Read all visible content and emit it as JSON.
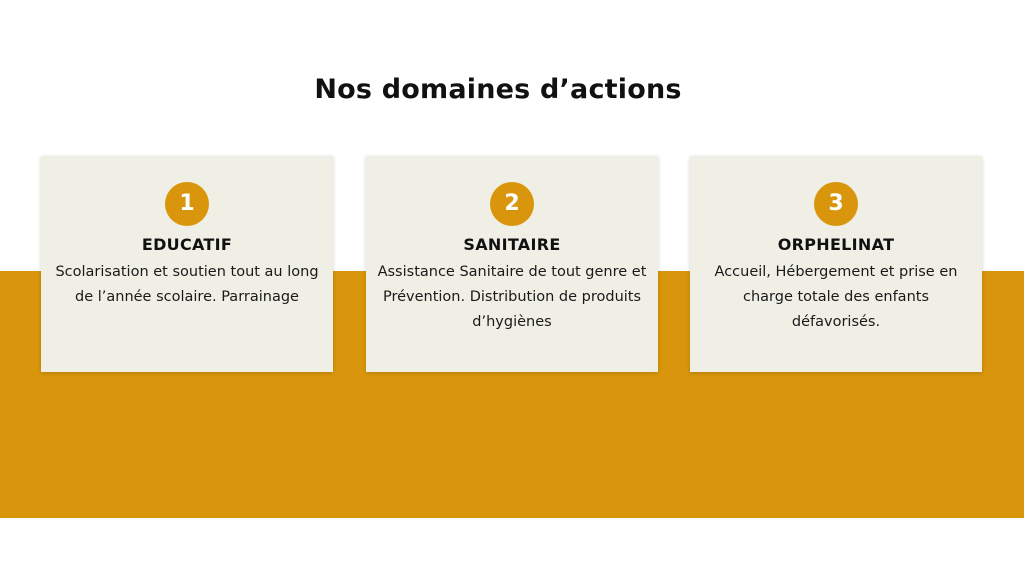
{
  "title": "Nos domaines d’actions",
  "colors": {
    "accent": "#d9960c",
    "card": "#f0efe6",
    "text": "#111111"
  },
  "cards": [
    {
      "number": "1",
      "title": "EDUCATIF",
      "text": "Scolarisation et soutien tout au long de l’année scolaire. Parrainage"
    },
    {
      "number": "2",
      "title": "SANITAIRE",
      "text": "Assistance Sanitaire de tout genre et Prévention. Distribution de produits d’hygiènes"
    },
    {
      "number": "3",
      "title": "ORPHELINAT",
      "text": "Accueil, Hébergement et prise en charge totale des enfants défavorisés."
    }
  ]
}
